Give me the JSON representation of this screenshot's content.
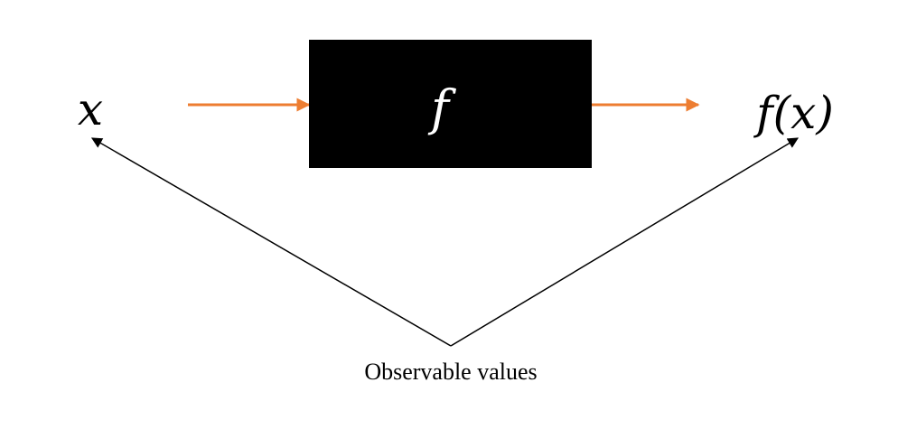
{
  "diagram": {
    "input_label": "x",
    "function_label": "f",
    "output_label": "f(x)",
    "caption": "Observable values"
  },
  "colors": {
    "box_fill": "#000000",
    "box_text": "#ffffff",
    "flow_arrow": "#ed7d31",
    "pointer_arrow": "#000000",
    "text": "#000000"
  }
}
